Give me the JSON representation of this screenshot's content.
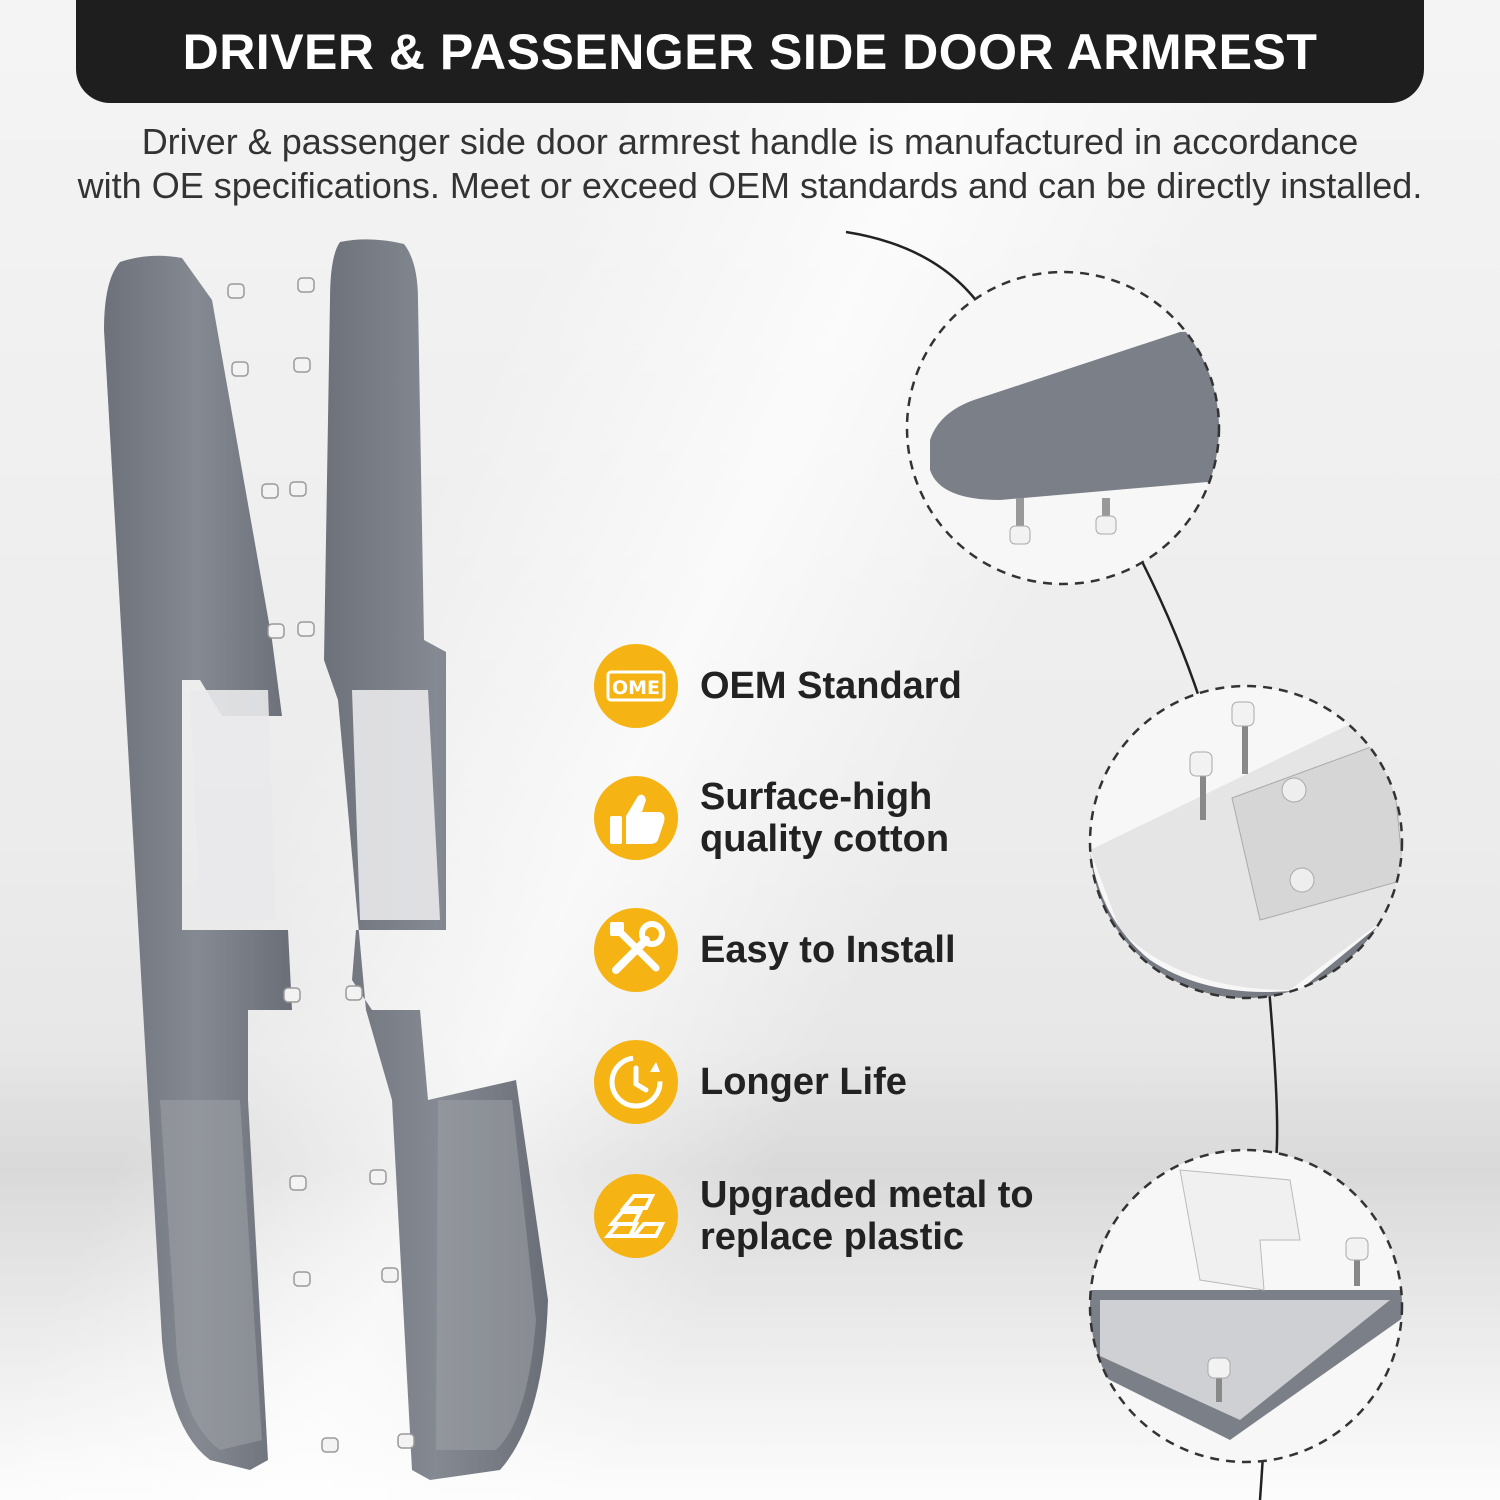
{
  "banner": {
    "title": "DRIVER & PASSENGER SIDE DOOR ARMREST"
  },
  "description": {
    "line1": "Driver & passenger side door armrest handle is manufactured in accordance",
    "line2": "with OE specifications. Meet or exceed OEM standards and can be directly installed."
  },
  "features": [
    {
      "icon": "oem-badge-icon",
      "icon_text": "OME",
      "lines": [
        "OEM Standard"
      ]
    },
    {
      "icon": "thumbs-up-icon",
      "lines": [
        "Surface-high",
        "quality cotton"
      ]
    },
    {
      "icon": "tools-icon",
      "lines": [
        "Easy to Install"
      ]
    },
    {
      "icon": "clock-icon",
      "lines": [
        "Longer Life"
      ]
    },
    {
      "icon": "metal-bars-icon",
      "lines": [
        "Upgraded metal to",
        "replace plastic"
      ]
    }
  ],
  "colors": {
    "banner_bg": "#1e1e1e",
    "accent": "#f5b414",
    "armrest_gray": "#7a7e86",
    "text": "#222222"
  }
}
